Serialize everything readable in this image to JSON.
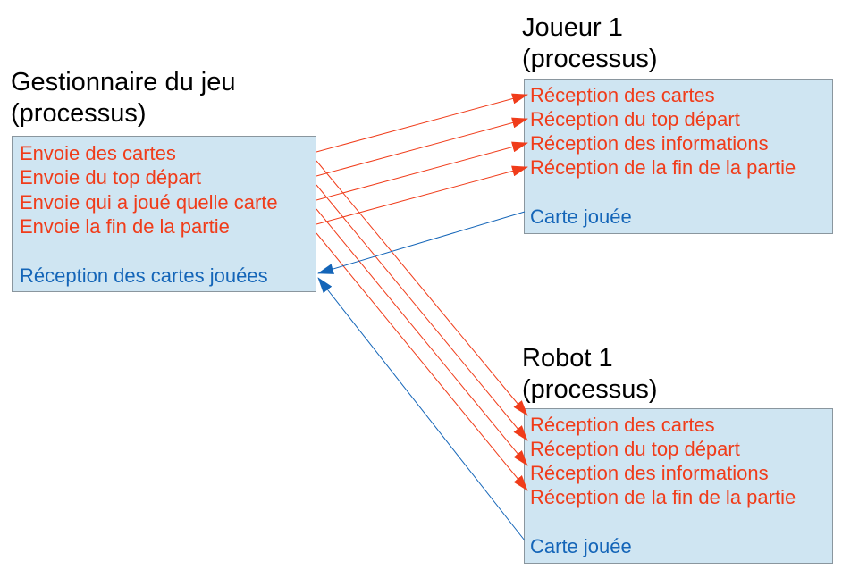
{
  "manager": {
    "title_line1": "Gestionnaire du jeu",
    "title_line2": "(processus)",
    "sends": [
      "Envoie des cartes",
      "Envoie du top départ",
      "Envoie qui a joué quelle carte",
      "Envoie la fin de la partie"
    ],
    "receive": "Réception des cartes jouées"
  },
  "player": {
    "title_line1": "Joueur 1",
    "title_line2": "(processus)",
    "receives": [
      "Réception des cartes",
      "Réception du top départ",
      "Réception des informations",
      "Réception de la fin de la partie"
    ],
    "send": "Carte jouée"
  },
  "robot": {
    "title_line1": "Robot 1",
    "title_line2": "(processus)",
    "receives": [
      "Réception des cartes",
      "Réception du top départ",
      "Réception des informations",
      "Réception de la fin de la partie"
    ],
    "send": "Carte jouée"
  },
  "colors": {
    "message_to_client": "#f03c1a",
    "message_to_manager": "#1465b8",
    "box_fill": "#cfe5f2"
  }
}
